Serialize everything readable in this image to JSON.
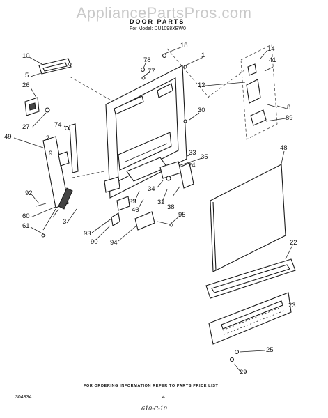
{
  "watermark": "AppliancePartsPros.com",
  "title": "DOOR PARTS",
  "model_line": "For Model: DU1098XBW0",
  "footer_note": "FOR ORDERING INFORMATION REFER TO PARTS PRICE LIST",
  "doc_number": "304334",
  "page_number": "4",
  "handwritten_note": "610-C-10",
  "labels": [
    "10",
    "5",
    "26",
    "27",
    "74",
    "2",
    "9",
    "49",
    "92",
    "60",
    "61",
    "3",
    "78",
    "77",
    "18",
    "1",
    "12",
    "14",
    "41",
    "8",
    "89",
    "30",
    "48",
    "33",
    "35",
    "24",
    "34",
    "32",
    "38",
    "39",
    "46",
    "93",
    "90",
    "94",
    "95",
    "22",
    "23",
    "25",
    "29"
  ]
}
